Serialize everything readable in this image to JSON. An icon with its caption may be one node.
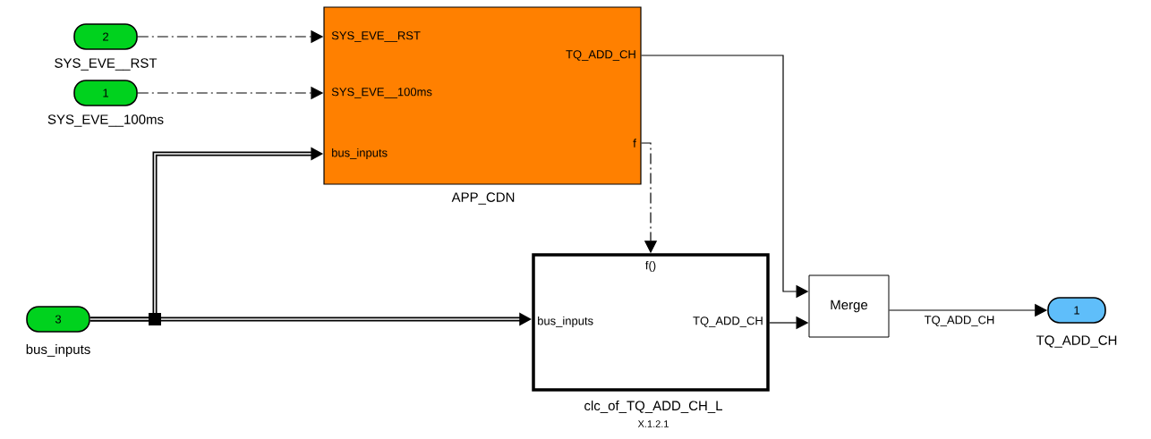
{
  "diagram": {
    "nodes": [
      {
        "text": [
          "2"
        ],
        "beside": [
          "SYS_EVE__RST"
        ]
      },
      {
        "text": [
          "1"
        ],
        "beside": [
          "SYS_EVE__100ms"
        ]
      },
      {
        "text": [
          "3"
        ],
        "beside": [
          "bus_inputs"
        ]
      },
      {
        "text": [
          "SYS_EVE__RST",
          "SYS_EVE__100ms",
          "bus_inputs",
          "TQ_ADD_CH",
          "f"
        ],
        "beside": [
          "APP_CDN"
        ]
      },
      {
        "text": [
          "f()",
          "bus_inputs",
          "TQ_ADD_CH"
        ],
        "beside": [
          "clc_of_TQ_ADD_CH_L",
          "X.1.2.1"
        ]
      },
      {
        "text": [
          "Merge"
        ]
      },
      {
        "text": [
          "1"
        ],
        "beside": [
          "TQ_ADD_CH"
        ]
      }
    ],
    "edges": [
      {
        "from": 0,
        "to": 3,
        "arrow": "to",
        "style": "dashed"
      },
      {
        "from": 1,
        "to": 3,
        "arrow": "to",
        "style": "dashed"
      },
      {
        "from": 2,
        "to": 3,
        "arrow": "to",
        "style": "thick"
      },
      {
        "from": 2,
        "to": 4,
        "arrow": "to",
        "style": "thick"
      },
      {
        "from": 3,
        "to": 5,
        "arrow": "to"
      },
      {
        "from": 3,
        "to": 4,
        "arrow": "to",
        "style": "dashed"
      },
      {
        "from": 4,
        "to": 5,
        "arrow": "to"
      },
      {
        "from": 5,
        "to": 6,
        "arrow": "to",
        "label": "TQ_ADD_CH"
      }
    ]
  }
}
